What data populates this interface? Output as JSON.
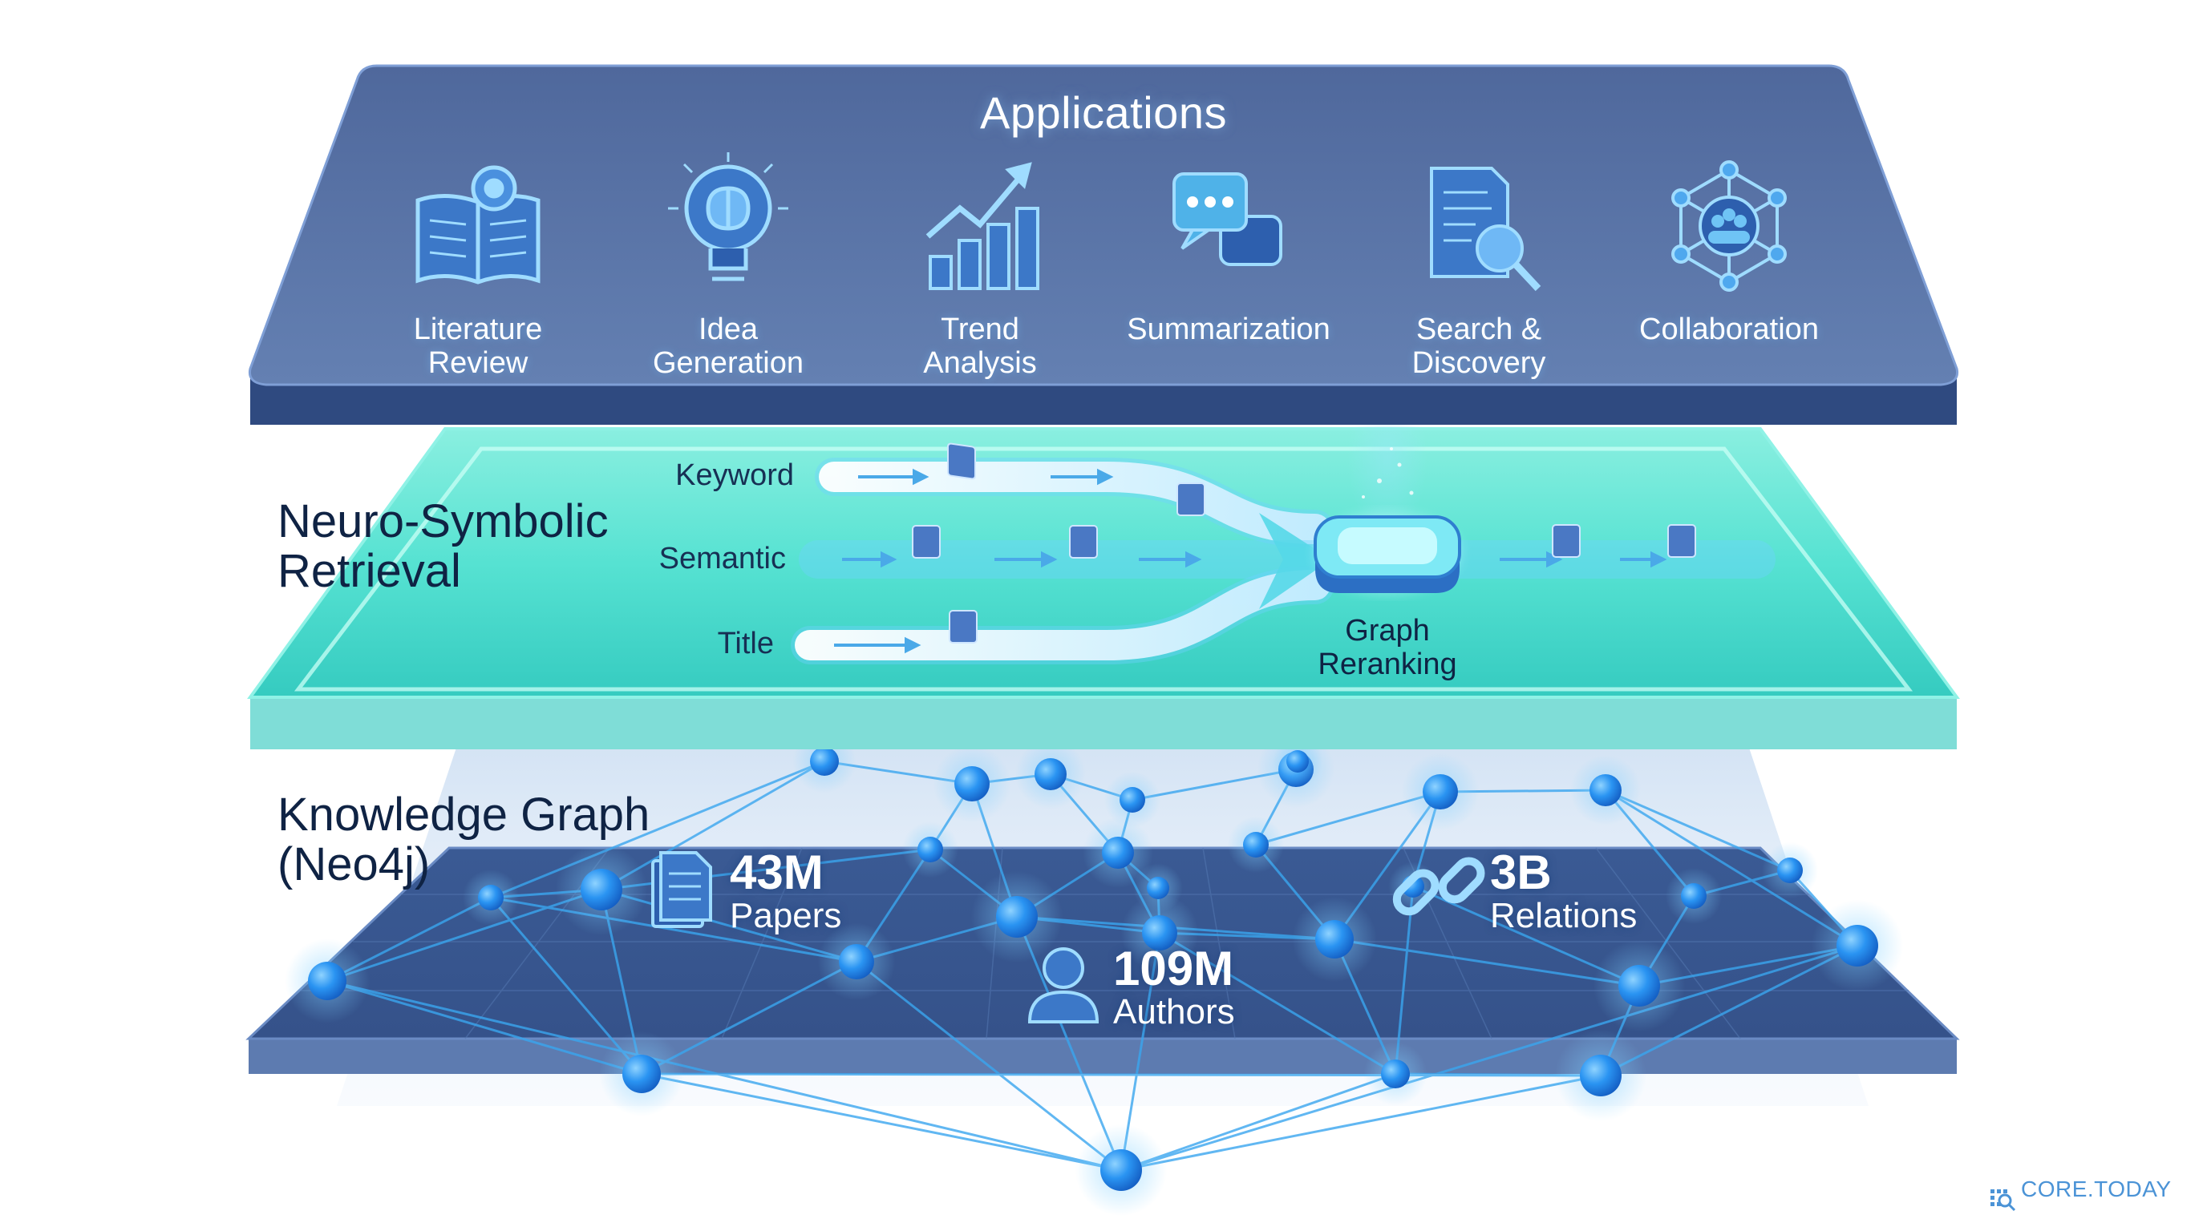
{
  "applications": {
    "title": "Applications",
    "items": [
      {
        "label": "Literature\nReview",
        "icon": "book-gear-icon"
      },
      {
        "label": "Idea\nGeneration",
        "icon": "lightbulb-brain-icon"
      },
      {
        "label": "Trend\nAnalysis",
        "icon": "trend-chart-icon"
      },
      {
        "label": "Summarization",
        "icon": "chat-bubbles-icon"
      },
      {
        "label": "Search &\nDiscovery",
        "icon": "document-search-icon"
      },
      {
        "label": "Collaboration",
        "icon": "network-people-icon"
      }
    ]
  },
  "retrieval": {
    "title": "Neuro-Symbolic\nRetrieval",
    "routes": [
      "Keyword",
      "Semantic",
      "Title"
    ],
    "reranker_label": "Graph\nReranking"
  },
  "knowledge_graph": {
    "title": "Knowledge Graph\n(Neo4j)",
    "stats": {
      "papers": {
        "value": "43M",
        "label": "Papers",
        "icon": "document-stack-icon"
      },
      "authors": {
        "value": "109M",
        "label": "Authors",
        "icon": "person-icon"
      },
      "relations": {
        "value": "3B",
        "label": "Relations",
        "icon": "chain-link-icon"
      }
    }
  },
  "brand": {
    "name": "CORE.TODAY",
    "icon": "grid-magnifier-icon"
  },
  "colors": {
    "app_layer": "#5a74a6",
    "app_layer_edge": "#2f4a80",
    "retrieval_layer": "#5fe0cf",
    "kg_layer": "#3f5f96",
    "node": "#1f8ef0",
    "edge": "#3aa6ef",
    "title_text": "#0f2344",
    "brand_text": "#4b93d6"
  }
}
